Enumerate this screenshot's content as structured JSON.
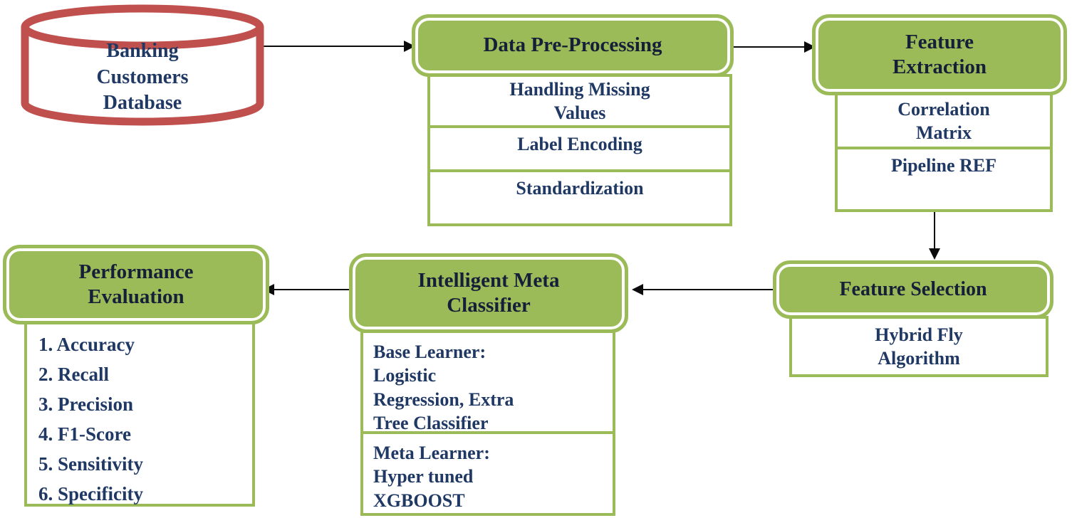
{
  "colors": {
    "node_green": "#9bbb59",
    "database_red": "#c0504d",
    "header_text": "#161f38",
    "body_text": "#1f3864",
    "arrow_black": "#0b0b0b",
    "box_white": "#ffffff"
  },
  "nodes": {
    "database": {
      "label": "Banking\nCustomers\nDatabase"
    },
    "preprocessing": {
      "title": "Data Pre-Processing",
      "items": [
        "Handling Missing\nValues",
        "Label Encoding",
        "Standardization"
      ]
    },
    "extraction": {
      "title": "Feature\nExtraction",
      "items": [
        "Correlation\nMatrix",
        "Pipeline REF"
      ]
    },
    "selection": {
      "title": "Feature Selection",
      "items": [
        "Hybrid Fly\nAlgorithm"
      ]
    },
    "meta": {
      "title": "Intelligent Meta\nClassifier",
      "items": [
        "Base Learner:\nLogistic\nRegression, Extra\nTree Classifier",
        "Meta Learner:\nHyper tuned\nXGBOOST"
      ]
    },
    "performance": {
      "title": "Performance\nEvaluation",
      "items": [
        "1. Accuracy",
        "2. Recall",
        "3. Precision",
        "4. F1-Score",
        "5. Sensitivity",
        "6. Specificity"
      ]
    }
  },
  "edges": [
    {
      "from": "database",
      "to": "preprocessing",
      "direction": "right"
    },
    {
      "from": "preprocessing",
      "to": "extraction",
      "direction": "right"
    },
    {
      "from": "extraction",
      "to": "selection",
      "direction": "down"
    },
    {
      "from": "selection",
      "to": "meta",
      "direction": "left"
    },
    {
      "from": "meta",
      "to": "performance",
      "direction": "left"
    }
  ]
}
